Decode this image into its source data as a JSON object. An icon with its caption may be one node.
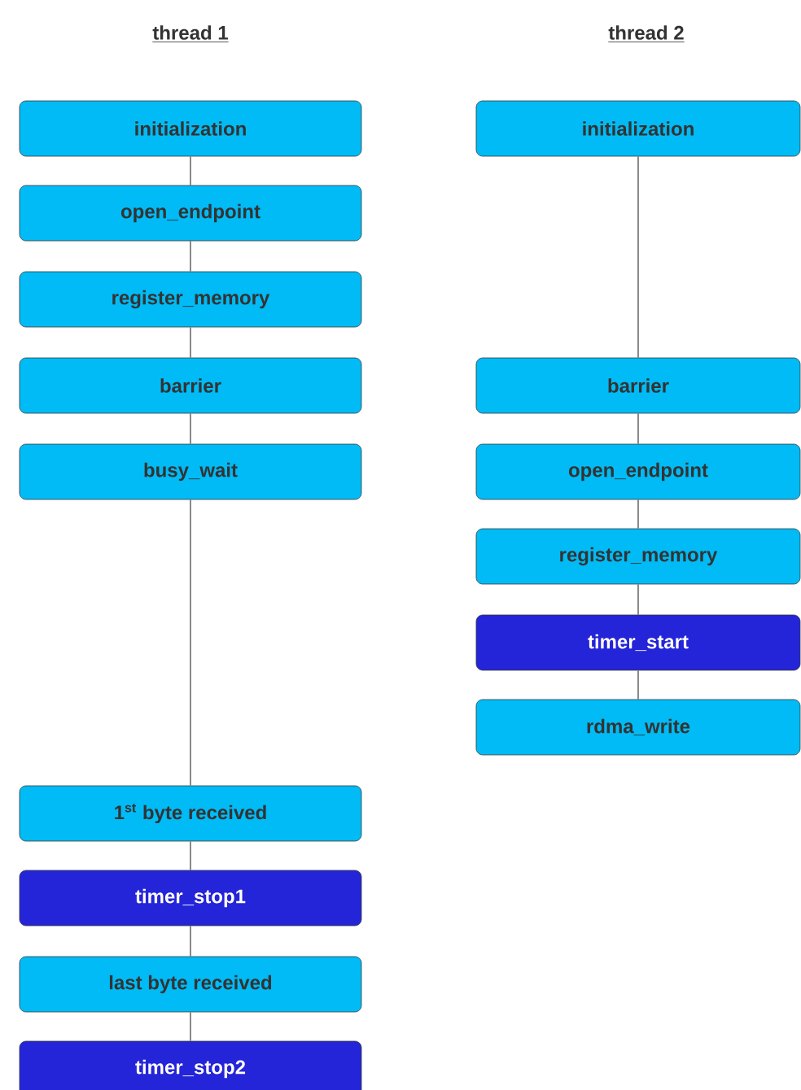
{
  "diagram": {
    "nodes": [
      {
        "text": [
          "thread 1"
        ]
      },
      {
        "text": [
          "initialization"
        ]
      },
      {
        "text": [
          "open_endpoint"
        ]
      },
      {
        "text": [
          "register_memory"
        ]
      },
      {
        "text": [
          "barrier"
        ]
      },
      {
        "text": [
          "busy_wait"
        ]
      },
      {
        "text": [
          "1$^{st}$ byte received"
        ]
      },
      {
        "text": [
          "timer_stop1"
        ]
      },
      {
        "text": [
          "last byte received"
        ]
      },
      {
        "text": [
          "timer_stop2"
        ]
      },
      {
        "text": [
          "thread 2"
        ]
      },
      {
        "text": [
          "initialization"
        ]
      },
      {
        "text": [
          "barrier"
        ]
      },
      {
        "text": [
          "open_endpoint"
        ]
      },
      {
        "text": [
          "register_memory"
        ]
      },
      {
        "text": [
          "timer_start"
        ]
      },
      {
        "text": [
          "rdma_write"
        ]
      }
    ],
    "edges": [
      {
        "from": 1,
        "to": 2,
        "arrow": "none"
      },
      {
        "from": 2,
        "to": 3,
        "arrow": "none"
      },
      {
        "from": 3,
        "to": 4,
        "arrow": "none"
      },
      {
        "from": 4,
        "to": 5,
        "arrow": "none"
      },
      {
        "from": 5,
        "to": 6,
        "arrow": "none"
      },
      {
        "from": 6,
        "to": 7,
        "arrow": "none"
      },
      {
        "from": 7,
        "to": 8,
        "arrow": "none"
      },
      {
        "from": 8,
        "to": 9,
        "arrow": "none"
      },
      {
        "from": 11,
        "to": 12,
        "arrow": "none"
      },
      {
        "from": 12,
        "to": 13,
        "arrow": "none"
      },
      {
        "from": 13,
        "to": 14,
        "arrow": "none"
      },
      {
        "from": 14,
        "to": 15,
        "arrow": "none"
      },
      {
        "from": 15,
        "to": 16,
        "arrow": "none"
      }
    ]
  }
}
